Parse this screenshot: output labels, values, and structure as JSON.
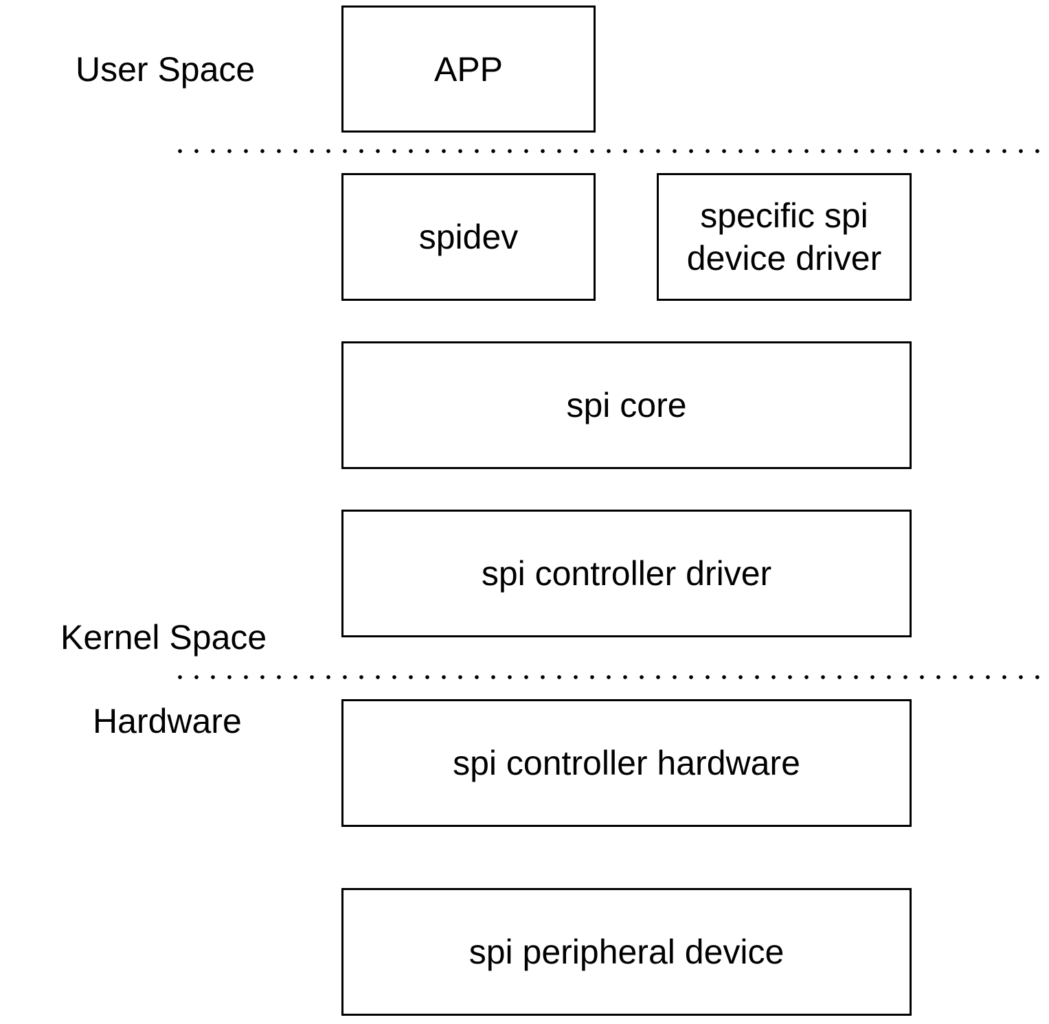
{
  "regions": {
    "user_space": "User Space",
    "kernel_space": "Kernel Space",
    "hardware": "Hardware"
  },
  "boxes": {
    "app": "APP",
    "spidev": "spidev",
    "specific_driver_line1": "specific spi",
    "specific_driver_line2": "device driver",
    "spi_core": "spi core",
    "controller_driver": "spi controller driver",
    "controller_hardware": "spi controller hardware",
    "peripheral_device": "spi peripheral device"
  }
}
